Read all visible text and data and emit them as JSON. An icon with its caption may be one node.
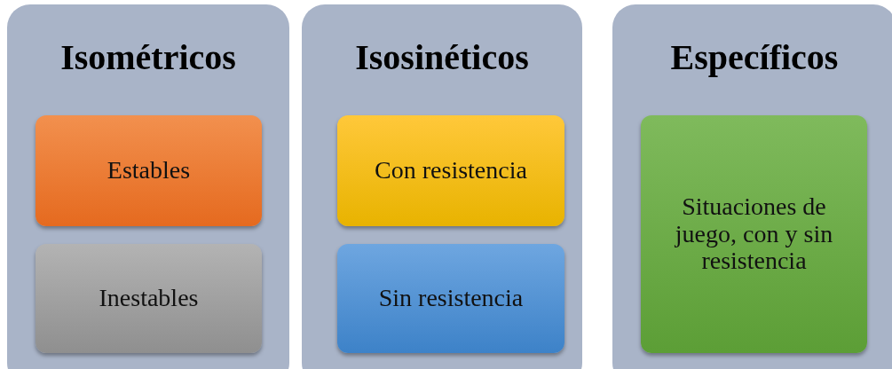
{
  "diagram": {
    "nodes": [
      {
        "text": [
          "Isométricos"
        ]
      },
      {
        "text": [
          "Estables"
        ],
        "in": 0
      },
      {
        "text": [
          "Inestables"
        ],
        "in": 0
      },
      {
        "text": [
          "Isosinéticos"
        ]
      },
      {
        "text": [
          "Con resistencia"
        ],
        "in": 3
      },
      {
        "text": [
          "Sin resistencia"
        ],
        "in": 3
      },
      {
        "text": [
          "Específicos"
        ]
      },
      {
        "text": [
          "Situaciones de juego, con y sin resistencia"
        ],
        "in": 6
      }
    ]
  }
}
